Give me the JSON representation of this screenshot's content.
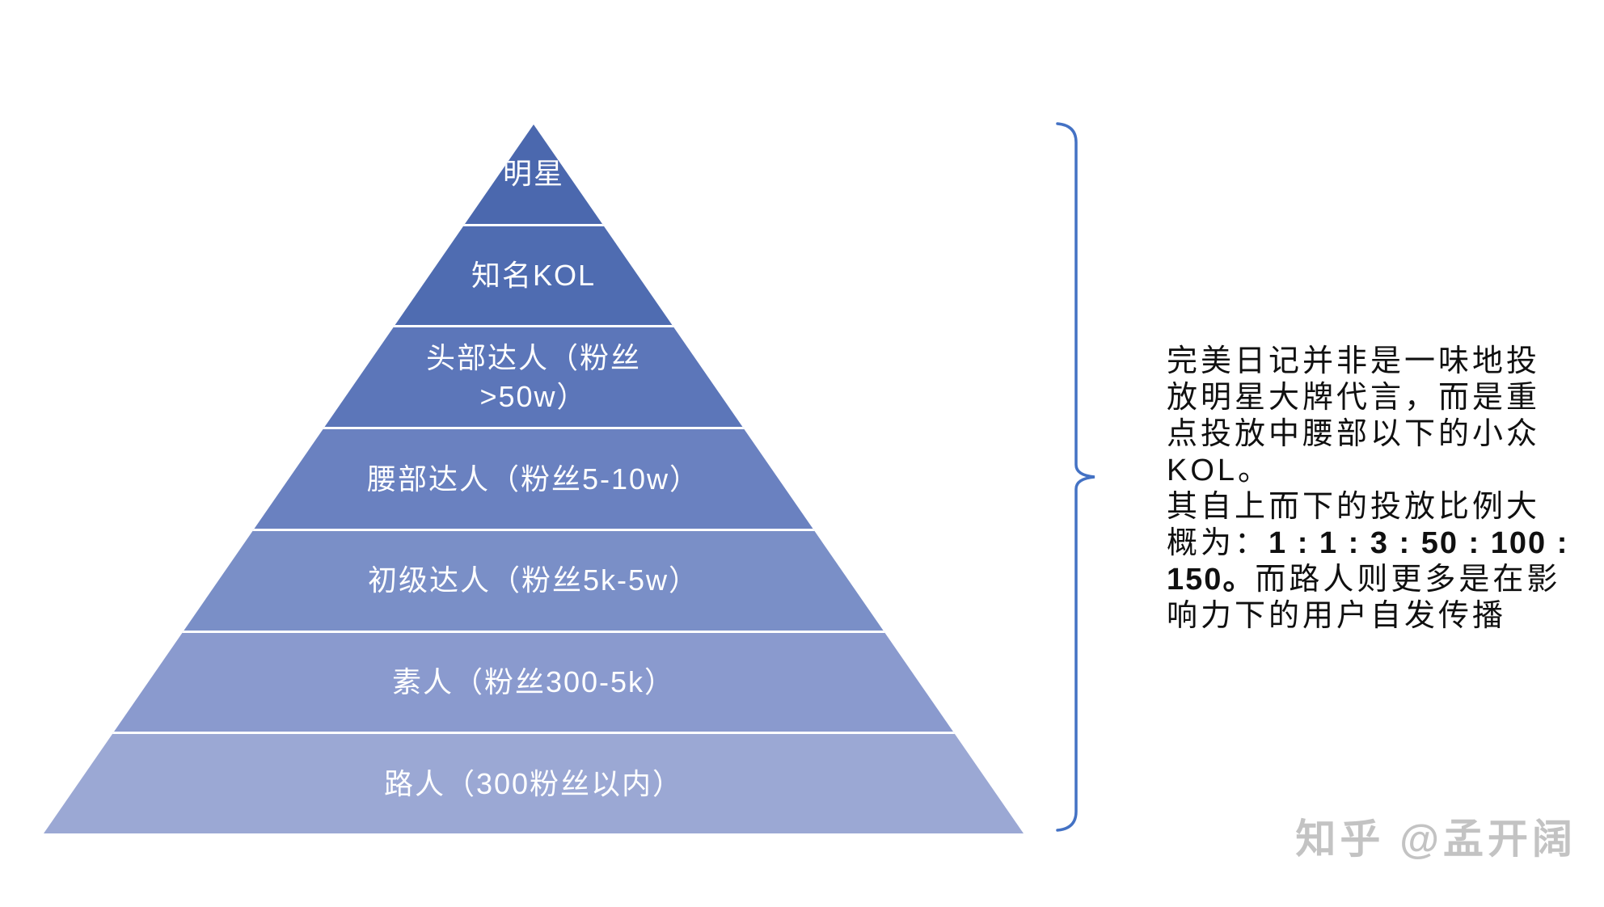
{
  "pyramid": {
    "levels": [
      {
        "name": "star",
        "label": "明星",
        "color": "#4b68ae"
      },
      {
        "name": "famous-kol",
        "label": "知名KOL",
        "color": "#4f6cb1"
      },
      {
        "name": "head-talent",
        "label": "头部达人（粉丝\n>50w）",
        "color": "#5c76b9"
      },
      {
        "name": "waist-talent",
        "label": "腰部达人（粉丝5-10w）",
        "color": "#6a81c0"
      },
      {
        "name": "junior-talent",
        "label": "初级达人（粉丝5k-5w）",
        "color": "#7a8fc7"
      },
      {
        "name": "amateur",
        "label": "素人（粉丝300-5k）",
        "color": "#8a9ace"
      },
      {
        "name": "passerby",
        "label": "路人（300粉丝以内）",
        "color": "#9ba8d4"
      }
    ],
    "separator_color": "#ffffff"
  },
  "bracket": {
    "color": "#4472c4"
  },
  "annotation": {
    "text_before": "完美日记并非是一味地投\n放明星大牌代言，而是重\n点投放中腰部以下的小众\nKOL。\n其自上而下的投放比例大\n概为：",
    "ratio_bold": "1 : 1 : 3 : 50 : 100 :\n150。",
    "text_after": "而路人则更多是在影\n响力下的用户自发传播"
  },
  "watermark": {
    "text": "知乎 @孟开阔",
    "color": "#c3c3c3"
  }
}
